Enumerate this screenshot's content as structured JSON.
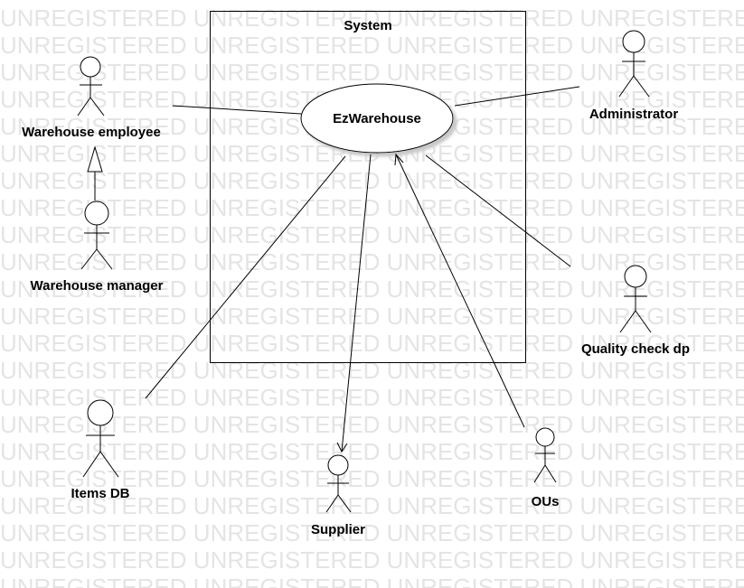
{
  "watermark": "UNREGISTERED",
  "system": {
    "title": "System"
  },
  "use_case": {
    "label": "EzWarehouse"
  },
  "actors": {
    "warehouse_employee": "Warehouse employee",
    "warehouse_manager": "Warehouse manager",
    "administrator": "Administrator",
    "quality_check": "Quality check dp",
    "items_db": "Items DB",
    "supplier": "Supplier",
    "ous": "OUs"
  }
}
